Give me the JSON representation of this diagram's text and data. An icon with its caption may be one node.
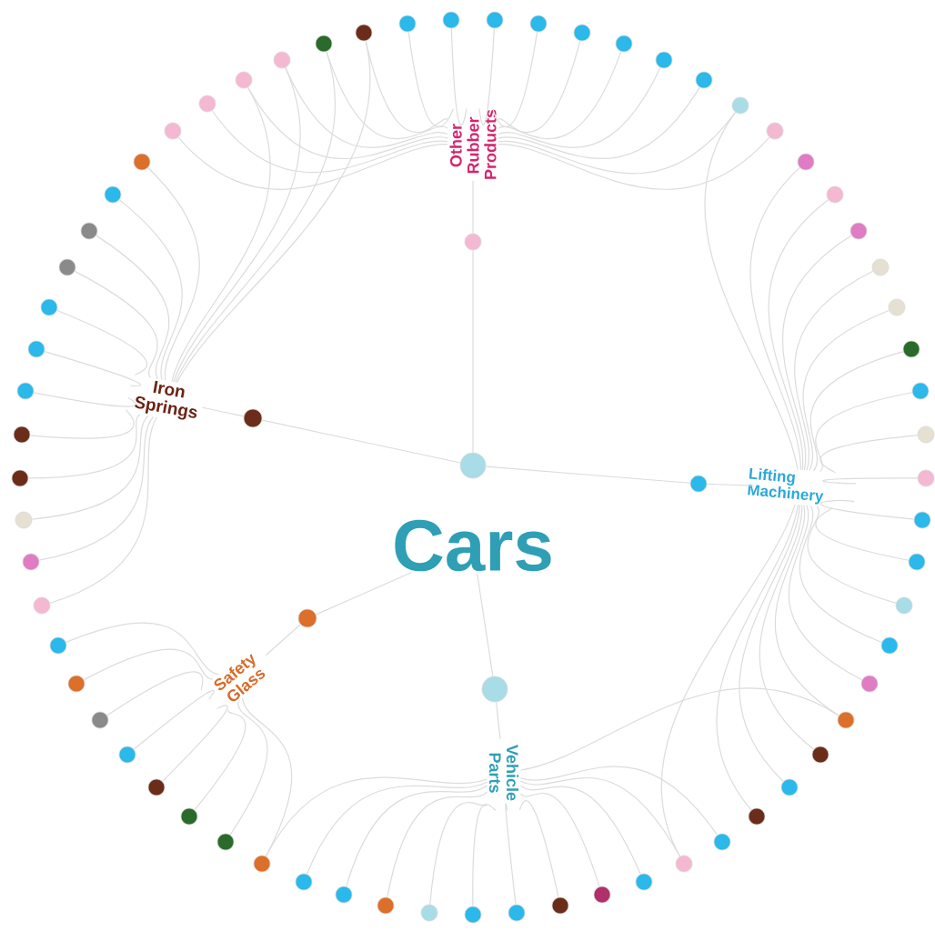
{
  "diagram": {
    "nodes": [
      {
        "text": [
          "Other Rubber Products"
        ]
      },
      {
        "text": [
          "Iron Springs"
        ]
      },
      {
        "text": [
          "Lifting Machinery"
        ]
      },
      {
        "text": [
          "Cars"
        ]
      },
      {
        "text": [
          "Safety Glass"
        ]
      },
      {
        "text": [
          "Vehicle Parts"
        ]
      },
      {
        "text": [],
        "shape": "circle"
      },
      {
        "text": [],
        "shape": "circle"
      },
      {
        "text": [],
        "shape": "circle"
      },
      {
        "text": [],
        "shape": "circle"
      },
      {
        "text": [],
        "shape": "circle"
      },
      {
        "text": [],
        "shape": "circle"
      },
      {
        "text": [],
        "shape": "circle"
      },
      {
        "text": [],
        "shape": "circle"
      },
      {
        "text": [],
        "shape": "circle"
      },
      {
        "text": [],
        "shape": "circle"
      },
      {
        "text": [],
        "shape": "circle"
      },
      {
        "text": [],
        "shape": "circle"
      },
      {
        "text": [],
        "shape": "circle"
      },
      {
        "text": [],
        "shape": "circle"
      },
      {
        "text": [],
        "shape": "circle"
      },
      {
        "text": [],
        "shape": "circle"
      },
      {
        "text": [],
        "shape": "circle"
      },
      {
        "text": [],
        "shape": "circle"
      },
      {
        "text": [],
        "shape": "circle"
      },
      {
        "text": [],
        "shape": "circle"
      },
      {
        "text": [],
        "shape": "circle"
      },
      {
        "text": [],
        "shape": "circle"
      },
      {
        "text": [],
        "shape": "circle"
      },
      {
        "text": [],
        "shape": "circle"
      },
      {
        "text": [],
        "shape": "circle"
      },
      {
        "text": [],
        "shape": "circle"
      },
      {
        "text": [],
        "shape": "circle"
      },
      {
        "text": [],
        "shape": "circle"
      },
      {
        "text": [],
        "shape": "circle"
      },
      {
        "text": [],
        "shape": "circle"
      },
      {
        "text": [],
        "shape": "circle"
      },
      {
        "text": [],
        "shape": "circle"
      },
      {
        "text": [],
        "shape": "circle"
      },
      {
        "text": [],
        "shape": "circle"
      },
      {
        "text": [],
        "shape": "circle"
      },
      {
        "text": [],
        "shape": "circle"
      },
      {
        "text": [],
        "shape": "circle"
      },
      {
        "text": [],
        "shape": "circle"
      },
      {
        "text": [],
        "shape": "circle"
      },
      {
        "text": [],
        "shape": "circle"
      },
      {
        "text": [],
        "shape": "circle"
      },
      {
        "text": [],
        "shape": "circle"
      },
      {
        "text": [],
        "shape": "circle"
      },
      {
        "text": [],
        "shape": "circle"
      },
      {
        "text": [],
        "shape": "circle"
      },
      {
        "text": [],
        "shape": "circle"
      },
      {
        "text": [],
        "shape": "circle"
      },
      {
        "text": [],
        "shape": "circle"
      },
      {
        "text": [],
        "shape": "circle"
      },
      {
        "text": [],
        "shape": "circle"
      },
      {
        "text": [],
        "shape": "circle"
      },
      {
        "text": [],
        "shape": "circle"
      },
      {
        "text": [],
        "shape": "circle"
      },
      {
        "text": [],
        "shape": "circle"
      },
      {
        "text": [],
        "shape": "circle"
      },
      {
        "text": [],
        "shape": "circle"
      },
      {
        "text": [],
        "shape": "circle"
      },
      {
        "text": [],
        "shape": "circle"
      },
      {
        "text": [],
        "shape": "circle"
      },
      {
        "text": [],
        "shape": "circle"
      },
      {
        "text": [],
        "shape": "circle"
      },
      {
        "text": [],
        "shape": "circle"
      },
      {
        "text": [],
        "shape": "circle"
      },
      {
        "text": [],
        "shape": "circle"
      },
      {
        "text": [],
        "shape": "circle"
      },
      {
        "text": [],
        "shape": "circle"
      },
      {
        "text": [],
        "shape": "circle"
      },
      {
        "text": [],
        "shape": "circle"
      },
      {
        "text": [],
        "shape": "circle"
      },
      {
        "text": [],
        "shape": "circle"
      },
      {
        "text": [],
        "shape": "circle"
      }
    ],
    "edges": [
      {
        "from": 6,
        "to": 0,
        "arrow": "none"
      },
      {
        "from": 6,
        "to": 7,
        "arrow": "none"
      },
      {
        "from": 8,
        "to": 1,
        "arrow": "none"
      },
      {
        "from": 8,
        "to": 7,
        "arrow": "none"
      },
      {
        "from": 7,
        "to": 9,
        "arrow": "none"
      },
      {
        "from": 9,
        "to": 2,
        "arrow": "none"
      },
      {
        "from": 10,
        "to": 4,
        "arrow": "none"
      },
      {
        "from": 10,
        "to": 3,
        "arrow": "none"
      },
      {
        "from": 11,
        "to": 5,
        "arrow": "none"
      },
      {
        "from": 11,
        "to": 3,
        "arrow": "none"
      },
      {
        "from": 12,
        "to": 0,
        "arrow": "none"
      },
      {
        "from": 13,
        "to": 0,
        "arrow": "none"
      },
      {
        "from": 14,
        "to": 0,
        "arrow": "none"
      },
      {
        "from": 15,
        "to": 0,
        "arrow": "none"
      },
      {
        "from": 16,
        "to": 0,
        "arrow": "none"
      },
      {
        "from": 17,
        "to": 0,
        "arrow": "none"
      },
      {
        "from": 18,
        "to": 0,
        "arrow": "none"
      },
      {
        "from": 19,
        "to": 0,
        "arrow": "none"
      },
      {
        "from": 20,
        "to": 0,
        "arrow": "none"
      },
      {
        "from": 21,
        "to": 0,
        "arrow": "none"
      },
      {
        "from": 22,
        "to": 0,
        "arrow": "none"
      },
      {
        "from": 23,
        "to": 0,
        "arrow": "none"
      },
      {
        "from": 73,
        "to": 0,
        "arrow": "none"
      },
      {
        "from": 74,
        "to": 0,
        "arrow": "none"
      },
      {
        "from": 75,
        "to": 0,
        "arrow": "none"
      },
      {
        "from": 76,
        "to": 0,
        "arrow": "none"
      },
      {
        "from": 12,
        "to": 1,
        "arrow": "none"
      },
      {
        "from": 13,
        "to": 1,
        "arrow": "none"
      },
      {
        "from": 75,
        "to": 1,
        "arrow": "none"
      },
      {
        "from": 76,
        "to": 1,
        "arrow": "none"
      },
      {
        "from": 22,
        "to": 2,
        "arrow": "none"
      },
      {
        "from": 24,
        "to": 2,
        "arrow": "none"
      },
      {
        "from": 25,
        "to": 2,
        "arrow": "none"
      },
      {
        "from": 26,
        "to": 2,
        "arrow": "none"
      },
      {
        "from": 27,
        "to": 2,
        "arrow": "none"
      },
      {
        "from": 28,
        "to": 2,
        "arrow": "none"
      },
      {
        "from": 29,
        "to": 2,
        "arrow": "none"
      },
      {
        "from": 30,
        "to": 2,
        "arrow": "none"
      },
      {
        "from": 31,
        "to": 2,
        "arrow": "none"
      },
      {
        "from": 32,
        "to": 2,
        "arrow": "none"
      },
      {
        "from": 33,
        "to": 2,
        "arrow": "none"
      },
      {
        "from": 34,
        "to": 2,
        "arrow": "none"
      },
      {
        "from": 35,
        "to": 2,
        "arrow": "none"
      },
      {
        "from": 36,
        "to": 2,
        "arrow": "none"
      },
      {
        "from": 37,
        "to": 2,
        "arrow": "none"
      },
      {
        "from": 38,
        "to": 2,
        "arrow": "none"
      },
      {
        "from": 39,
        "to": 2,
        "arrow": "none"
      },
      {
        "from": 40,
        "to": 2,
        "arrow": "none"
      },
      {
        "from": 41,
        "to": 2,
        "arrow": "none"
      },
      {
        "from": 43,
        "to": 2,
        "arrow": "none"
      },
      {
        "from": 38,
        "to": 5,
        "arrow": "none"
      },
      {
        "from": 42,
        "to": 5,
        "arrow": "none"
      },
      {
        "from": 43,
        "to": 5,
        "arrow": "none"
      },
      {
        "from": 44,
        "to": 5,
        "arrow": "none"
      },
      {
        "from": 45,
        "to": 5,
        "arrow": "none"
      },
      {
        "from": 46,
        "to": 5,
        "arrow": "none"
      },
      {
        "from": 47,
        "to": 5,
        "arrow": "none"
      },
      {
        "from": 48,
        "to": 5,
        "arrow": "none"
      },
      {
        "from": 49,
        "to": 5,
        "arrow": "none"
      },
      {
        "from": 50,
        "to": 5,
        "arrow": "none"
      },
      {
        "from": 51,
        "to": 5,
        "arrow": "none"
      },
      {
        "from": 52,
        "to": 5,
        "arrow": "none"
      },
      {
        "from": 53,
        "to": 5,
        "arrow": "none"
      },
      {
        "from": 53,
        "to": 4,
        "arrow": "none"
      },
      {
        "from": 54,
        "to": 4,
        "arrow": "none"
      },
      {
        "from": 55,
        "to": 4,
        "arrow": "none"
      },
      {
        "from": 56,
        "to": 4,
        "arrow": "none"
      },
      {
        "from": 57,
        "to": 4,
        "arrow": "none"
      },
      {
        "from": 58,
        "to": 4,
        "arrow": "none"
      },
      {
        "from": 59,
        "to": 4,
        "arrow": "none"
      },
      {
        "from": 60,
        "to": 4,
        "arrow": "none"
      },
      {
        "from": 61,
        "to": 1,
        "arrow": "none"
      },
      {
        "from": 62,
        "to": 1,
        "arrow": "none"
      },
      {
        "from": 63,
        "to": 1,
        "arrow": "none"
      },
      {
        "from": 64,
        "to": 1,
        "arrow": "none"
      },
      {
        "from": 65,
        "to": 1,
        "arrow": "none"
      },
      {
        "from": 66,
        "to": 1,
        "arrow": "none"
      },
      {
        "from": 67,
        "to": 1,
        "arrow": "none"
      },
      {
        "from": 68,
        "to": 1,
        "arrow": "none"
      },
      {
        "from": 69,
        "to": 1,
        "arrow": "none"
      },
      {
        "from": 70,
        "to": 1,
        "arrow": "none"
      },
      {
        "from": 71,
        "to": 1,
        "arrow": "none"
      },
      {
        "from": 72,
        "to": 1,
        "arrow": "none"
      }
    ]
  }
}
